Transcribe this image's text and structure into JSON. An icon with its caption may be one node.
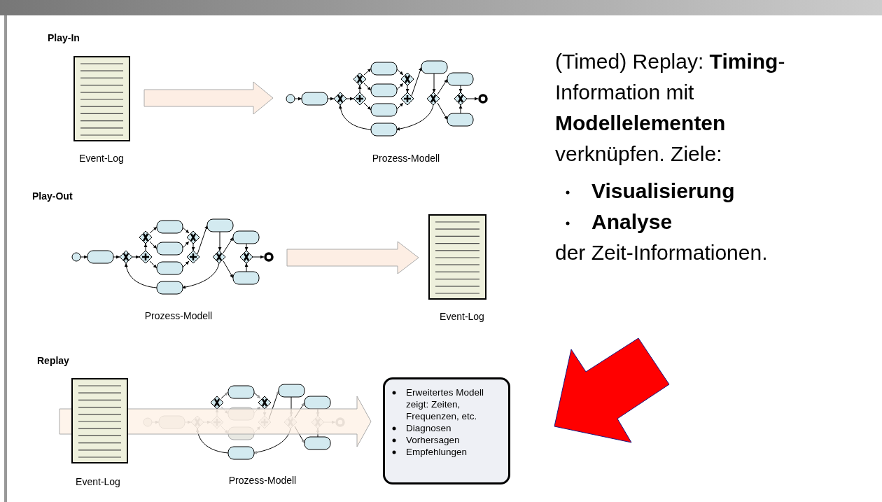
{
  "diagram": {
    "nodes": [
      {
        "text": [
          "Event-Log"
        ]
      },
      {
        "text": [
          "Prozess-Modell"
        ]
      },
      {
        "text": [
          "Prozess-Modell"
        ]
      },
      {
        "text": [
          "Event-Log"
        ]
      },
      {
        "text": [
          "Event-Log"
        ]
      },
      {
        "text": [
          "Prozess-Modell"
        ]
      },
      {
        "text": [
          "Erweitertes Modell zeigt: Zeiten, Frequenzen, etc.",
          "Diagnosen",
          "Vorhersagen",
          "Empfehlungen"
        ]
      }
    ],
    "edges": [
      {
        "from": 0,
        "to": 1,
        "arrow": "to"
      },
      {
        "from": 2,
        "to": 3,
        "arrow": "to"
      },
      {
        "from": 4,
        "to": 6,
        "arrow": "to"
      }
    ],
    "labels": [
      "Play-In",
      "Play-Out",
      "Replay",
      "(Timed) Replay: **Timing**-Information mit **Modellelementen** verknüpfen. Ziele:",
      "Visualisierung",
      "Analyse",
      "der Zeit-Informationen."
    ]
  }
}
